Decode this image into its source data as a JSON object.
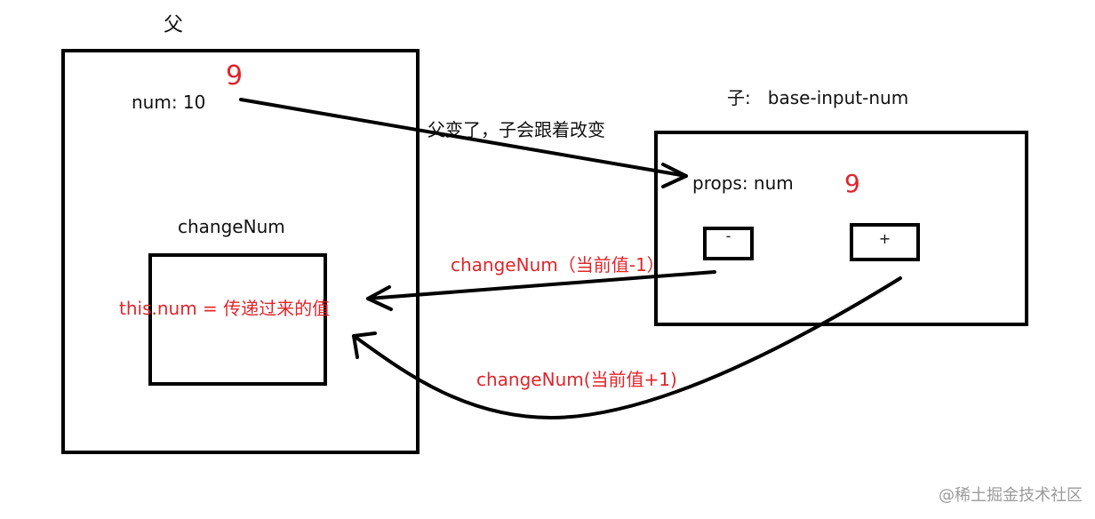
{
  "colors": {
    "ink": "#000000",
    "accent_red": "#e0252b",
    "watermark": "#9a9a9a"
  },
  "parent": {
    "title": "父",
    "num_label": "num: 10",
    "num_new": "9",
    "method_label": "changeNum",
    "assign_text": "this.num = 传递过来的值"
  },
  "child": {
    "title": "子:   base-input-num",
    "props_label": "props: num",
    "props_new": "9",
    "minus_label": "-",
    "plus_label": "+"
  },
  "arrows": {
    "parent_to_child": "父变了，子会跟着改变",
    "minus_call": "changeNum（当前值-1）",
    "plus_call": "changeNum(当前值+1)"
  },
  "watermark": "@稀土掘金技术社区"
}
